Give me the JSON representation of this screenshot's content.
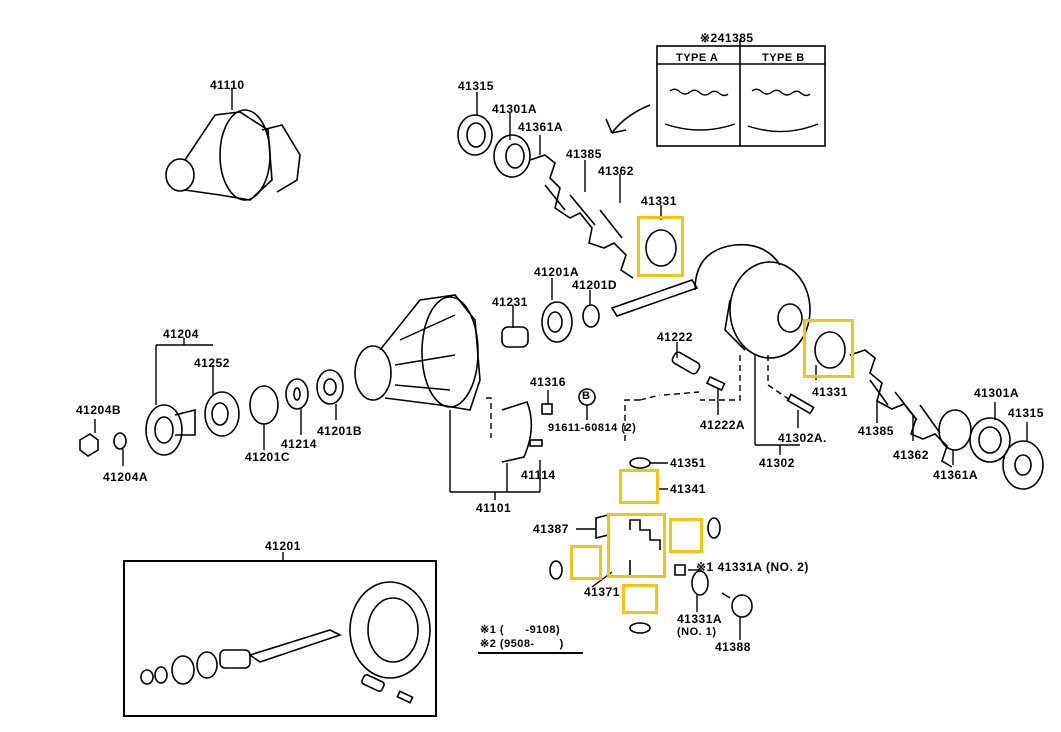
{
  "diagram": {
    "type": "exploded-parts-diagram",
    "subject": "rear differential assembly",
    "highlight_color": "#F2C318",
    "labels": {
      "l41110": "41110",
      "l41385_type": "※241385",
      "typeA": "TYPE A",
      "typeB": "TYPE B",
      "l41315_top": "41315",
      "l41301A_top": "41301A",
      "l41361A_top": "41361A",
      "l41385_top": "41385",
      "l41362_top": "41362",
      "l41331_top": "41331",
      "l41201A": "41201A",
      "l41201D": "41201D",
      "l41231": "41231",
      "l41222": "41222",
      "l41222A": "41222A",
      "l41204": "41204",
      "l41252": "41252",
      "l41204B": "41204B",
      "l41204A": "41204A",
      "l41201C": "41201C",
      "l41214": "41214",
      "l41201B": "41201B",
      "l41316": "41316",
      "b_circle": "B",
      "l91611": "91611-60814 (2)",
      "l41114": "41114",
      "l41101": "41101",
      "l41331_right": "41331",
      "l41302A": "41302A.",
      "l41302": "41302",
      "l41385_right": "41385",
      "l41362_right": "41362",
      "l41361A_right": "41361A",
      "l41301A_right": "41301A",
      "l41315_right": "41315",
      "l41351": "41351",
      "l41341": "41341",
      "l41387": "41387",
      "l41331A_no2": "※1 41331A  (NO. 2)",
      "l41371": "41371",
      "l41331A_no1": "41331A",
      "l41331A_no1_sub": "(NO. 1)",
      "l41388": "41388",
      "l41201_box": "41201"
    },
    "footnotes": [
      {
        "mark": "※1",
        "text": "(      -9108)"
      },
      {
        "mark": "※2",
        "text": "(9508-       )"
      }
    ]
  }
}
